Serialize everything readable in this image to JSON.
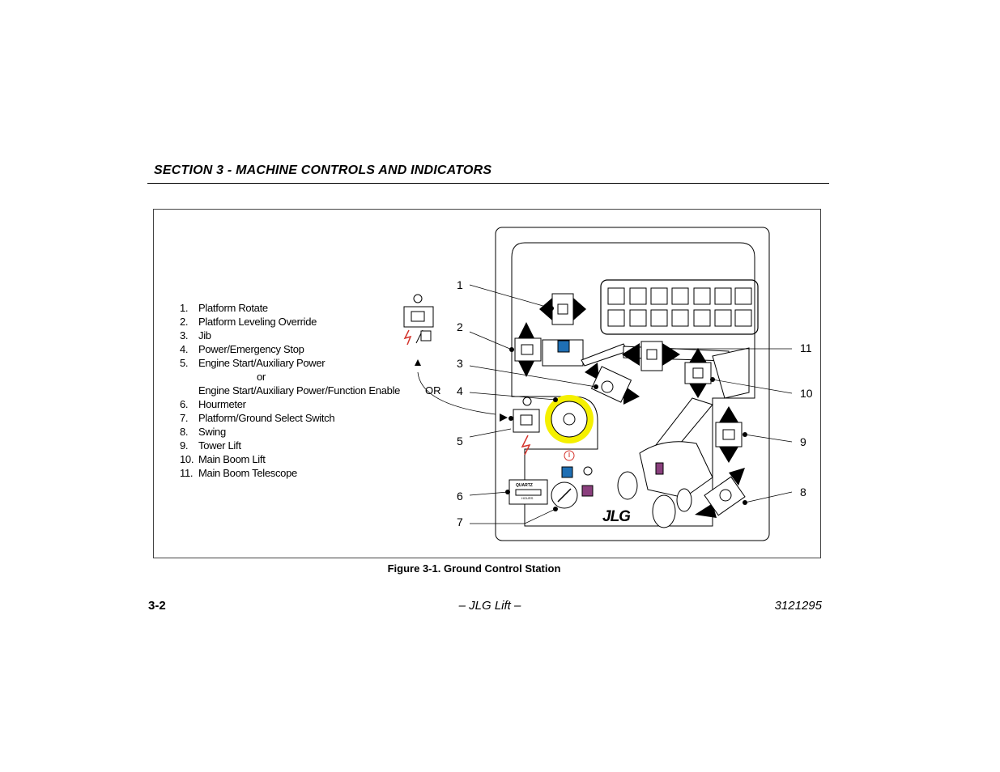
{
  "header": {
    "section_title": "SECTION 3 - MACHINE CONTROLS AND INDICATORS"
  },
  "legend": {
    "items": [
      {
        "num": "1.",
        "label": "Platform Rotate"
      },
      {
        "num": "2.",
        "label": "Platform Leveling Override"
      },
      {
        "num": "3.",
        "label": "Jib"
      },
      {
        "num": "4.",
        "label": "Power/Emergency Stop"
      },
      {
        "num": "5.",
        "label": "Engine Start/Auxiliary Power"
      },
      {
        "num": "6.",
        "label": "Hourmeter"
      },
      {
        "num": "7.",
        "label": "Platform/Ground Select Switch"
      },
      {
        "num": "8.",
        "label": "Swing"
      },
      {
        "num": "9.",
        "label": "Tower Lift"
      },
      {
        "num": "10.",
        "label": "Main Boom Lift"
      },
      {
        "num": "11.",
        "label": "Main Boom Telescope"
      }
    ],
    "or_text": "or",
    "item5_alt": "Engine Start/Auxiliary Power/Function Enable"
  },
  "diagram": {
    "or_label": "OR",
    "callouts": {
      "c1": "1",
      "c2": "2",
      "c3": "3",
      "c4": "4",
      "c5": "5",
      "c6": "6",
      "c7": "7",
      "c8": "8",
      "c9": "9",
      "c10": "10",
      "c11": "11"
    },
    "hourmeter_brand": "QUARTZ",
    "hourmeter_unit": "HOURS",
    "logo": "JLG",
    "colors": {
      "estop_ring": "#f5f000",
      "indicator_blue": "#1f6fb4",
      "indicator_purple": "#8a3f7d"
    }
  },
  "caption": {
    "text": "Figure 3-1. Ground Control Station"
  },
  "footer": {
    "page": "3-2",
    "center": "– JLG Lift –",
    "doc_number": "3121295"
  }
}
